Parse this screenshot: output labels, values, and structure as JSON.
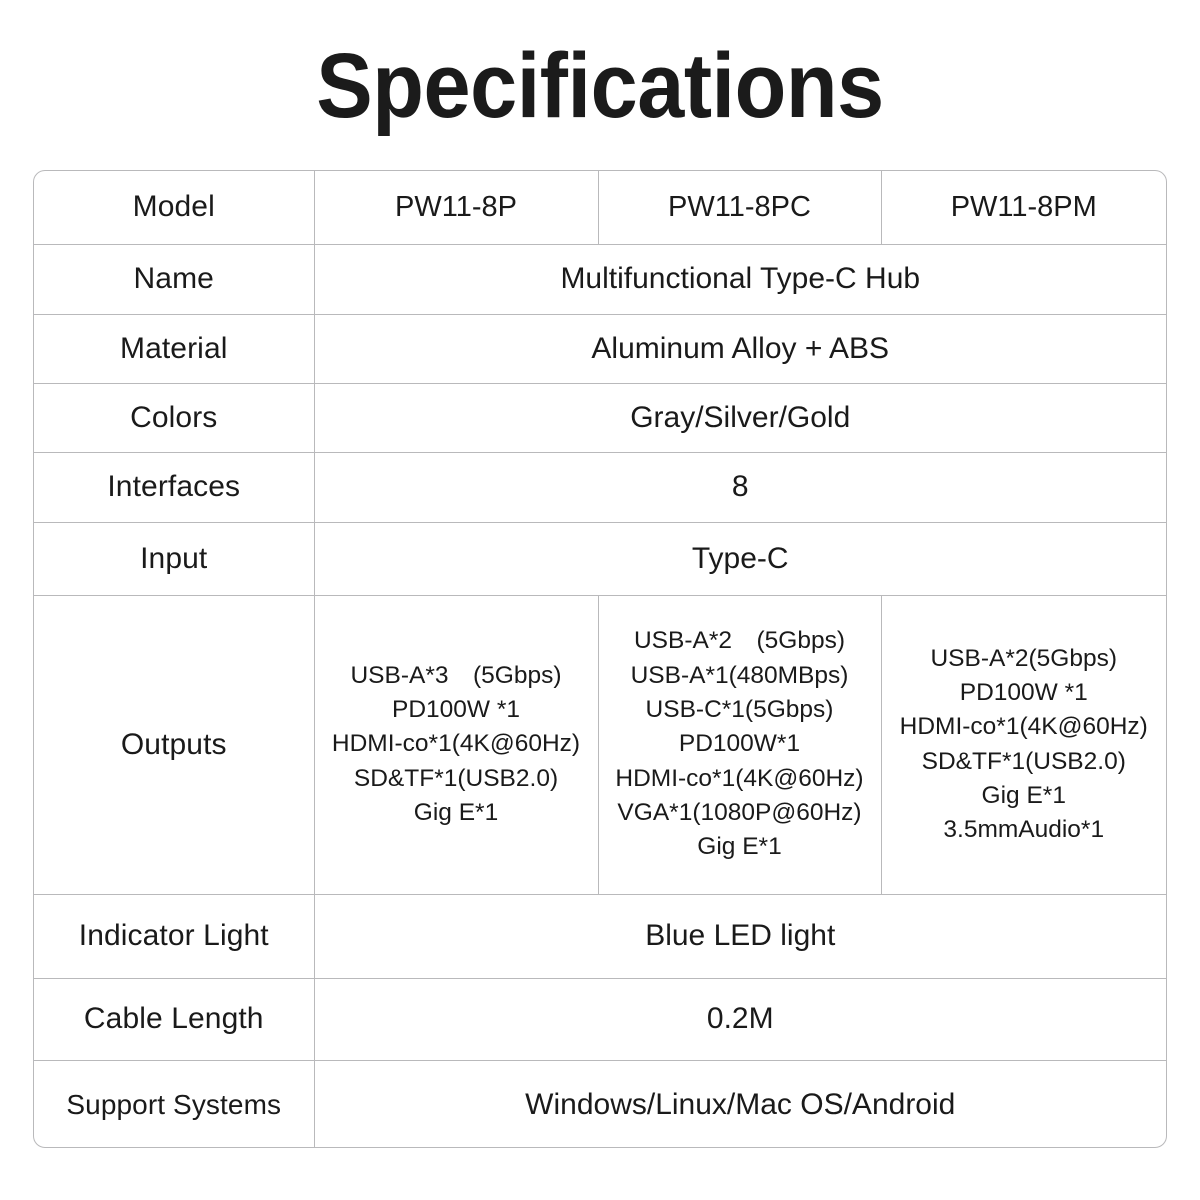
{
  "page": {
    "title": "Specifications",
    "background_color": "#ffffff",
    "text_color": "#1a1a1a",
    "border_color": "#b9b9bb"
  },
  "table": {
    "rows": {
      "model": {
        "label": "Model",
        "values": [
          "PW11-8P",
          "PW11-8PC",
          "PW11-8PM"
        ]
      },
      "name": {
        "label": "Name",
        "value": "Multifunctional Type-C Hub"
      },
      "material": {
        "label": "Material",
        "value": "Aluminum Alloy + ABS"
      },
      "colors": {
        "label": "Colors",
        "value": "Gray/Silver/Gold"
      },
      "interfaces": {
        "label": "Interfaces",
        "value": "8"
      },
      "input": {
        "label": "Input",
        "value": "Type-C"
      },
      "outputs": {
        "label": "Outputs",
        "columns": [
          {
            "model": "PW11-8P",
            "lines": [
              "USB-A*3　(5Gbps)",
              "PD100W *1",
              "HDMI-co*1(4K@60Hz)",
              "SD&TF*1(USB2.0)",
              "Gig E*1"
            ]
          },
          {
            "model": "PW11-8PC",
            "lines": [
              "USB-A*2　(5Gbps)",
              "USB-A*1(480MBps)",
              "USB-C*1(5Gbps)",
              "PD100W*1",
              "HDMI-co*1(4K@60Hz)",
              "VGA*1(1080P@60Hz)",
              "Gig E*1"
            ]
          },
          {
            "model": "PW11-8PM",
            "lines": [
              "USB-A*2(5Gbps)",
              "PD100W *1",
              "HDMI-co*1(4K@60Hz)",
              "SD&TF*1(USB2.0)",
              "Gig E*1",
              "3.5mmAudio*1"
            ]
          }
        ]
      },
      "indicator_light": {
        "label": "Indicator Light",
        "value": "Blue LED light"
      },
      "cable_length": {
        "label": "Cable Length",
        "value": "0.2M"
      },
      "support_systems": {
        "label": "Support Systems",
        "value": "Windows/Linux/Mac OS/Android"
      }
    }
  }
}
